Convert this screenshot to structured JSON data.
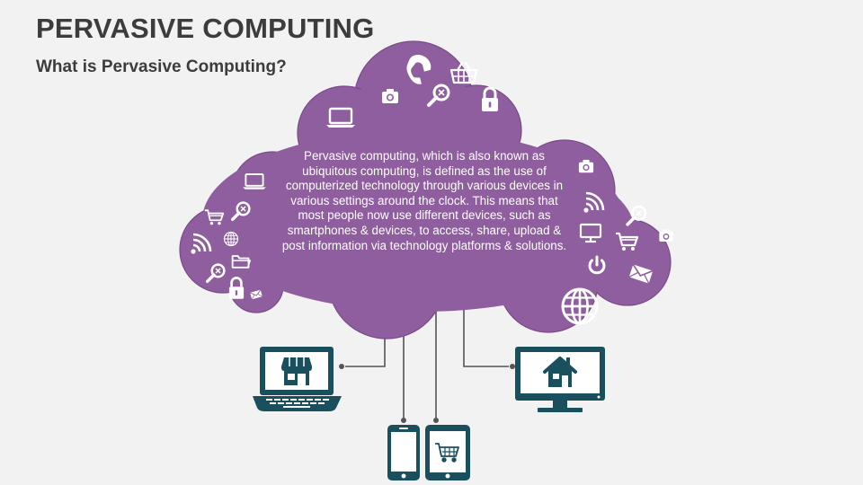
{
  "header": {
    "title": "PERVASIVE COMPUTING",
    "subtitle": "What is Pervasive Computing?"
  },
  "cloud": {
    "description": "Pervasive computing, which is also known as ubiquitous computing, is defined as the use of computerized technology through various devices in various settings around the clock. This means that most people now use different devices, such as smartphones & devices, to access, share, upload & post information via technology platforms & solutions."
  },
  "colors": {
    "cloud_fill": "#8f5e9e",
    "cloud_stroke": "#7a4a8a",
    "device_teal": "#1a4f5e",
    "connector": "#555555",
    "icon_white": "#ffffff"
  },
  "cloud_icons": [
    "phone-icon",
    "basket-icon",
    "camera-icon",
    "search-icon",
    "lock-icon",
    "laptop-icon",
    "cart-icon",
    "wifi-icon",
    "globe-icon",
    "folder-icon",
    "mail-icon",
    "power-icon",
    "monitor-icon"
  ],
  "devices": [
    "laptop-store",
    "smartphone",
    "tablet-cart",
    "desktop-home"
  ]
}
